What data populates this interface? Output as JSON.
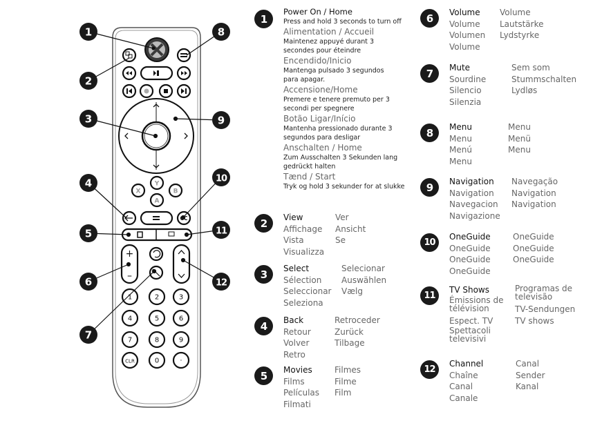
{
  "remote": {
    "face_buttons": [
      "Y",
      "X",
      "B",
      "A"
    ],
    "keypad": [
      "1",
      "2",
      "3",
      "4",
      "5",
      "6",
      "7",
      "8",
      "9",
      "CLR",
      "0",
      "·"
    ],
    "cc_label": "CC",
    "vol_plus": "+",
    "vol_minus": "–"
  },
  "callouts": [
    "1",
    "2",
    "3",
    "4",
    "5",
    "6",
    "7",
    "8",
    "9",
    "10",
    "11",
    "12"
  ],
  "power_section": {
    "num": "1",
    "entries": [
      {
        "title": "Power On / Home",
        "desc": "Press and hold 3 seconds to turn off"
      },
      {
        "title": "Alimentation / Accueil",
        "desc": "Maintenez appuyé durant 3\nsecondes pour éteindre"
      },
      {
        "title": "Encendido/Inicio",
        "desc": "Mantenga pulsado 3 segundos\npara apagar."
      },
      {
        "title": "Accensione/Home",
        "desc": "Premere e tenere premuto per 3\nsecondi per spegnere"
      },
      {
        "title": "Botão Ligar/Início",
        "desc": "Mantenha pressionado durante 3\nsegundos para desligar"
      },
      {
        "title": "Anschalten / Home",
        "desc": "Zum Ausschalten 3 Sekunden lang\ngedrückt halten"
      },
      {
        "title": "Tænd / Start",
        "desc": "Tryk og hold 3 sekunder for at slukke"
      }
    ]
  },
  "sections": [
    {
      "num": "2",
      "col1": [
        "View",
        "Affichage",
        "Vista",
        "Visualizza"
      ],
      "col2": [
        "Ver",
        "Ansicht",
        "Se"
      ]
    },
    {
      "num": "3",
      "col1": [
        "Select",
        "Sélection",
        "Seleccionar",
        "Seleziona"
      ],
      "col2": [
        "Selecionar",
        "Auswählen",
        "Vælg"
      ]
    },
    {
      "num": "4",
      "col1": [
        "Back",
        "Retour",
        "Volver",
        "Retro"
      ],
      "col2": [
        "Retroceder",
        "Zurück",
        "Tilbage"
      ]
    },
    {
      "num": "5",
      "col1": [
        "Movies",
        "Films",
        "Películas",
        "Filmati"
      ],
      "col2": [
        "Filmes",
        "Filme",
        "Film"
      ]
    },
    {
      "num": "6",
      "col1": [
        "Volume",
        "Volume",
        "Volumen",
        "Volume"
      ],
      "col2": [
        "Volume",
        "Lautstärke",
        "Lydstyrke"
      ]
    },
    {
      "num": "7",
      "col1": [
        "Mute",
        "Sourdine",
        "Silencio",
        "Silenzia"
      ],
      "col2": [
        "Sem som",
        "Stummschalten",
        "Lydløs"
      ]
    },
    {
      "num": "8",
      "col1": [
        "Menu",
        "Menu",
        "Menú",
        "Menu"
      ],
      "col2": [
        "Menu",
        "Menü",
        "Menu"
      ]
    },
    {
      "num": "9",
      "col1": [
        "Navigation",
        "Navigation",
        "Navegacion",
        "Navigazione"
      ],
      "col2": [
        "Navegação",
        "Navigation",
        "Navigation"
      ]
    },
    {
      "num": "10",
      "col1": [
        "OneGuide",
        "OneGuide",
        "OneGuide",
        "OneGuide"
      ],
      "col2": [
        "OneGuide",
        "OneGuide",
        "OneGuide"
      ]
    },
    {
      "num": "11",
      "col1": [
        "TV Shows",
        "Émissions de\ntélévision",
        "Espect. TV",
        "Spettacoli\ntelevisivi"
      ],
      "col2": [
        "Programas de\ntelevisão",
        "TV-Sendungen",
        "TV shows"
      ]
    },
    {
      "num": "12",
      "col1": [
        "Channel",
        "Chaîne",
        "Canal",
        "Canale"
      ],
      "col2": [
        "Canal",
        "Sender",
        "Kanal"
      ]
    }
  ]
}
